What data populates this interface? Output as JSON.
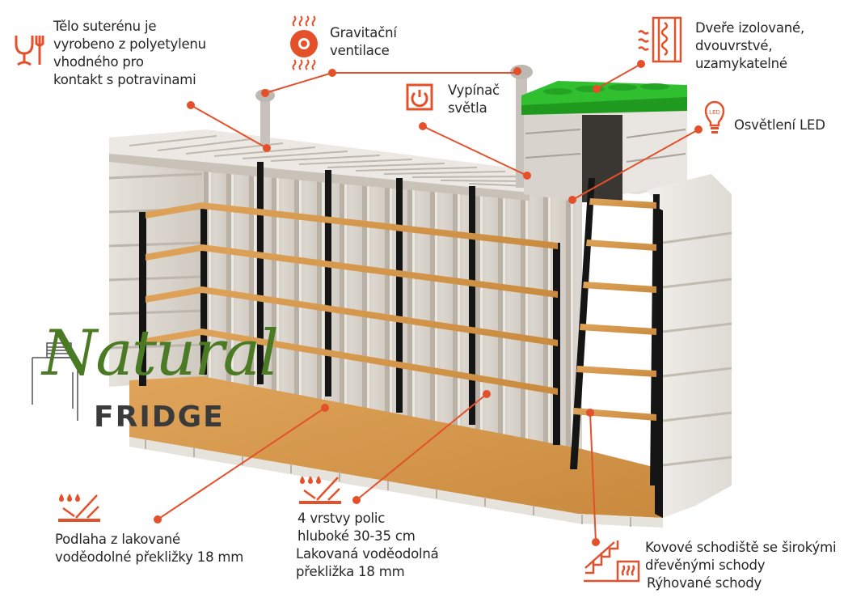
{
  "title": "Natural Fridge – podzemní sklep",
  "brand": {
    "script_word": "Natural",
    "block_word": "FRIDGE",
    "script_color": "#4a7a24",
    "block_color": "#3a3a3a"
  },
  "colors": {
    "accent": "#e4502a",
    "lid": "#2fbf2f",
    "wood": "#d79a4f",
    "shell": "#d9d4cc",
    "post": "#161616"
  },
  "callouts": [
    {
      "id": "body",
      "icon": "food-safe-glass-fork-icon",
      "lines": [
        "Tělo suterénu je",
        "vyrobeno z polyetylenu",
        "vhodného pro",
        "kontakt s potravinami"
      ]
    },
    {
      "id": "ventilation",
      "icon": "ventilation-fan-icon",
      "lines": [
        "Gravitační",
        "ventilace"
      ]
    },
    {
      "id": "light-switch",
      "icon": "power-switch-icon",
      "lines": [
        "Vypínač",
        "světla"
      ]
    },
    {
      "id": "door",
      "icon": "insulated-door-icon",
      "lines": [
        "Dveře izolované,",
        "dvouvrstvé,",
        "uzamykatelné"
      ]
    },
    {
      "id": "led",
      "icon": "led-bulb-icon",
      "icon_text": "LED",
      "lines": [
        "Osvětlení  LED"
      ]
    },
    {
      "id": "floor",
      "icon": "waterproof-plywood-icon",
      "lines": [
        "Podlaha z lakované",
        "voděodolné překližky 18 mm"
      ]
    },
    {
      "id": "shelves",
      "icon": "waterproof-plywood-icon",
      "lines": [
        "4 vrstvy polic",
        "hluboké 30-35 cm",
        "Lakovaná voděodolná",
        "překližka 18 mm"
      ]
    },
    {
      "id": "stairs",
      "icon": "staircase-grooved-icon",
      "lines": [
        "Kovové schodiště se širokými",
        "dřevěnými schody",
        "Rýhované schody"
      ]
    }
  ],
  "structure": {
    "shelf_levels": 4,
    "stair_steps": 6,
    "vent_pipes": 2
  }
}
